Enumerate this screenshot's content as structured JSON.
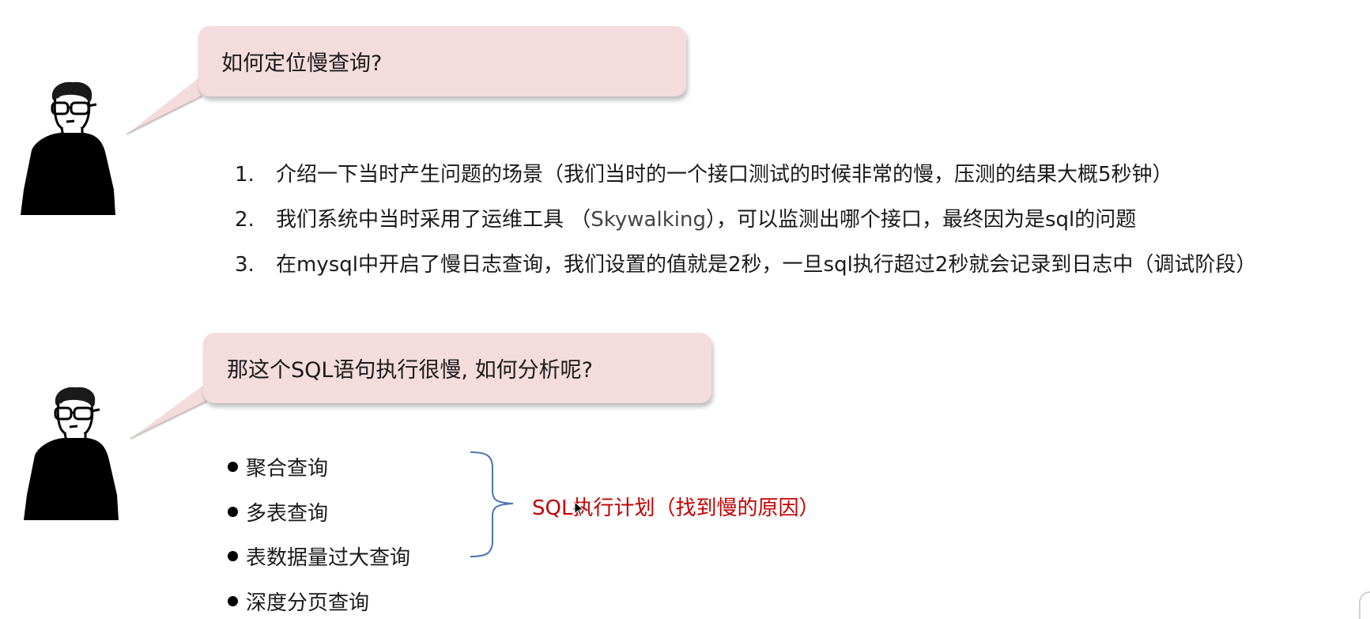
{
  "dialog_1": {
    "question": "如何定位慢查询?",
    "answers": [
      {
        "number": "1.",
        "text": "介绍一下当时产生问题的场景（我们当时的一个接口测试的时候非常的慢，压测的结果大概5秒钟）"
      },
      {
        "number": "2.",
        "text_before": "我们系统中当时采用了运维工具 （",
        "tool": "Skywalking",
        "text_after": "），可以监测出哪个接口，最终因为是sql的问题"
      },
      {
        "number": "3.",
        "text": "在mysql中开启了慢日志查询，我们设置的值就是2秒，一旦sql执行超过2秒就会记录到日志中（调试阶段）"
      }
    ]
  },
  "dialog_2": {
    "question": "那这个SQL语句执行很慢, 如何分析呢?",
    "bullets": [
      "聚合查询",
      "多表查询",
      "表数据量过大查询",
      "深度分页查询"
    ],
    "callout": "SQL执行计划（找到慢的原因）"
  },
  "colors": {
    "bubble_fill": "#f4dcdc",
    "callout_text": "#c00000",
    "brace_stroke": "#4a74b0"
  },
  "icons": {
    "avatar": "person-with-glasses-icon",
    "pointer": "mouse-cursor-icon"
  }
}
